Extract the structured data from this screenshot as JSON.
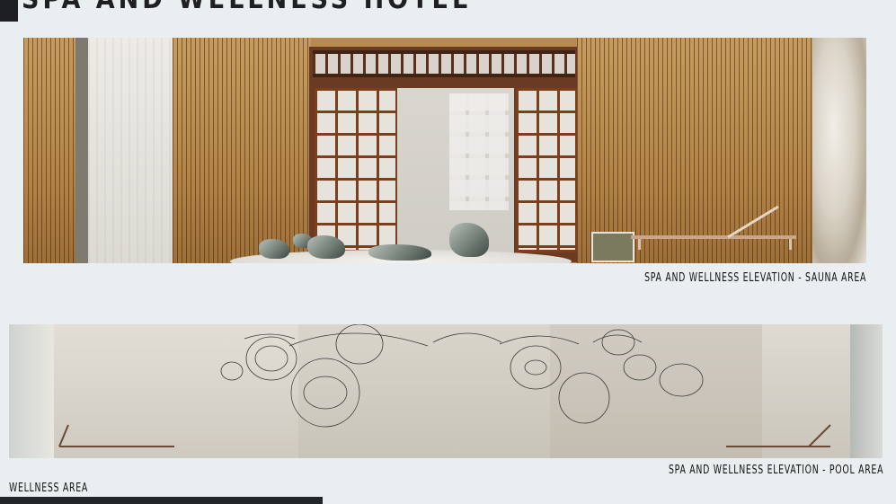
{
  "header": {
    "title": "SPA AND WELLNESS HOTEL"
  },
  "captions": {
    "sauna": "SPA AND WELLNESS ELEVATION - SAUNA AREA",
    "pool": "SPA AND WELLNESS ELEVATION - POOL AREA",
    "wellness": "WELLNESS AREA"
  },
  "colors": {
    "background": "#e9eef1",
    "wood": "#b98a4e",
    "lattice": "#7b3f1e",
    "dark_bar": "#222629"
  }
}
